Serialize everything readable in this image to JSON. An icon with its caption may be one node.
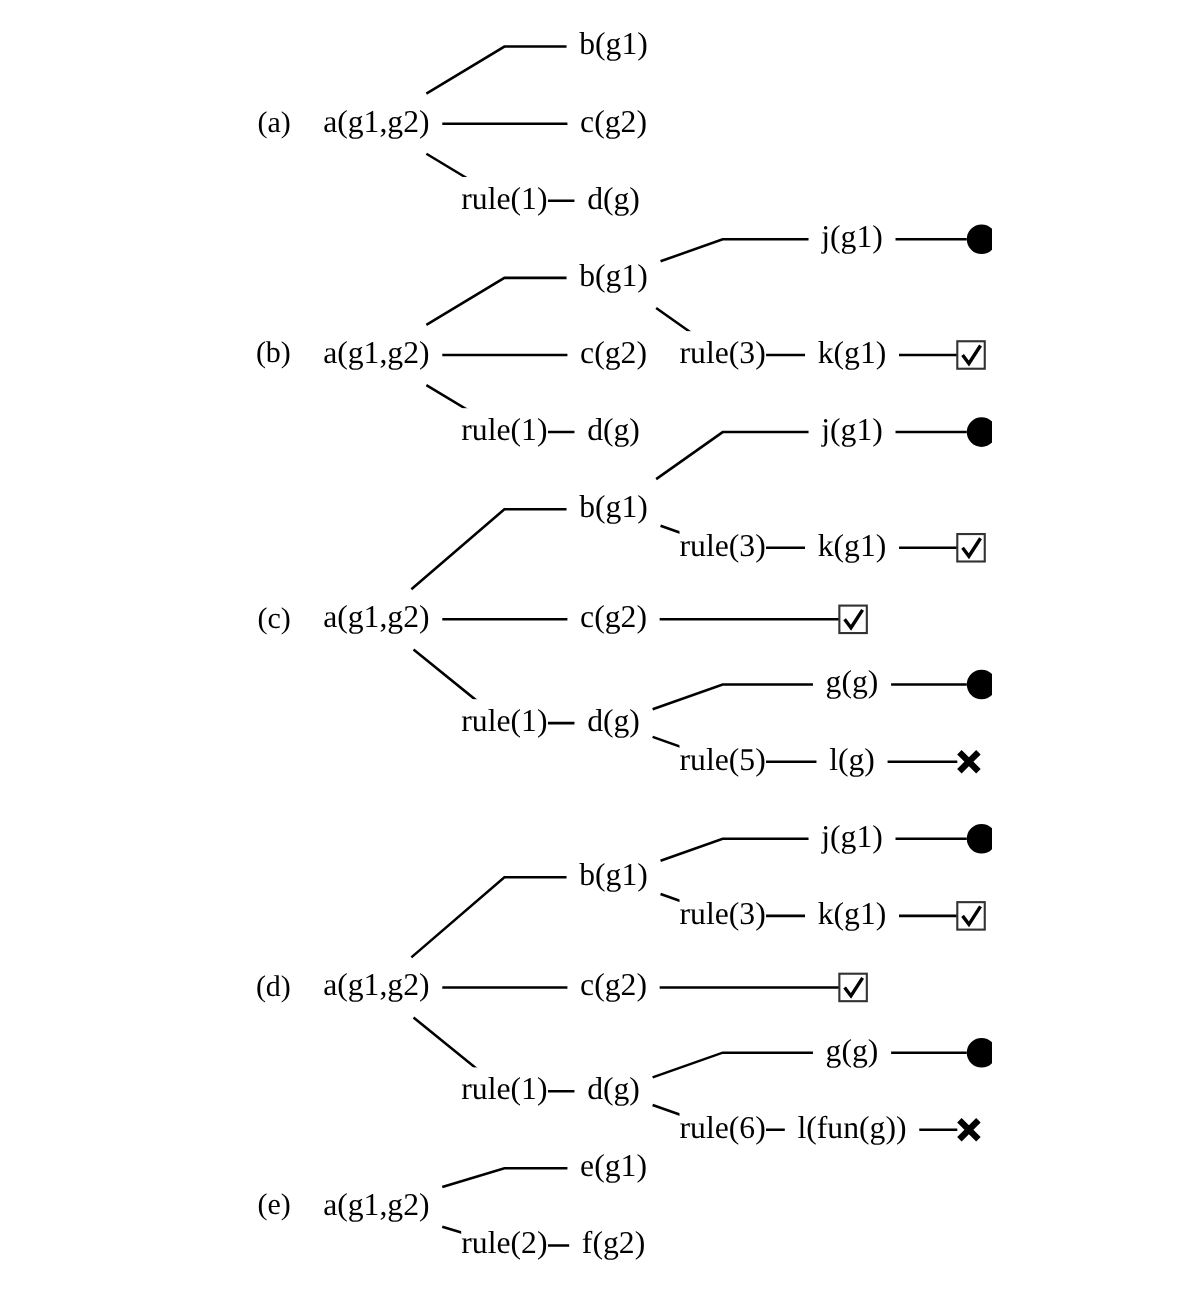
{
  "diagram": {
    "nodes": [
      {
        "text": [
          "a(g1,g2)"
        ]
      },
      {
        "text": [
          "b(g1)"
        ]
      },
      {
        "text": [
          "c(g2)"
        ]
      },
      {
        "text": [
          "d(g)"
        ]
      },
      {
        "text": [
          "a(g1,g2)"
        ]
      },
      {
        "text": [
          "b(g1)"
        ]
      },
      {
        "text": [
          "c(g2)"
        ]
      },
      {
        "text": [
          "d(g)"
        ]
      },
      {
        "text": [
          "j(g1)"
        ]
      },
      {
        "text": [
          "k(g1)"
        ]
      },
      {
        "text": [],
        "shape": "circle"
      },
      {
        "text": [],
        "shape": "checkbox"
      },
      {
        "text": [
          "a(g1,g2)"
        ]
      },
      {
        "text": [
          "b(g1)"
        ]
      },
      {
        "text": [
          "c(g2)"
        ]
      },
      {
        "text": [
          "d(g)"
        ]
      },
      {
        "text": [],
        "shape": "checkbox"
      },
      {
        "text": [
          "j(g1)"
        ]
      },
      {
        "text": [
          "k(g1)"
        ]
      },
      {
        "text": [
          "g(g)"
        ]
      },
      {
        "text": [
          "l(g)"
        ]
      },
      {
        "text": [],
        "shape": "circle"
      },
      {
        "text": [],
        "shape": "checkbox"
      },
      {
        "text": [],
        "shape": "circle"
      },
      {
        "text": [],
        "shape": "cross"
      },
      {
        "text": [
          "a(g1,g2)"
        ]
      },
      {
        "text": [
          "b(g1)"
        ]
      },
      {
        "text": [
          "c(g2)"
        ]
      },
      {
        "text": [
          "d(g)"
        ]
      },
      {
        "text": [],
        "shape": "checkbox"
      },
      {
        "text": [
          "j(g1)"
        ]
      },
      {
        "text": [
          "k(g1)"
        ]
      },
      {
        "text": [
          "g(g)"
        ]
      },
      {
        "text": [
          "l(fun(g))"
        ]
      },
      {
        "text": [],
        "shape": "circle"
      },
      {
        "text": [],
        "shape": "checkbox"
      },
      {
        "text": [],
        "shape": "circle"
      },
      {
        "text": [],
        "shape": "cross"
      },
      {
        "text": [
          "a(g1,g2)"
        ]
      },
      {
        "text": [
          "e(g1)"
        ]
      },
      {
        "text": [
          "f(g2)"
        ]
      }
    ],
    "edges": [
      {
        "from": 0,
        "to": 1,
        "arrow": "none"
      },
      {
        "from": 0,
        "to": 2,
        "arrow": "none"
      },
      {
        "from": 0,
        "to": 3,
        "arrow": "none",
        "label": "rule(1)"
      },
      {
        "from": 4,
        "to": 5,
        "arrow": "none"
      },
      {
        "from": 4,
        "to": 6,
        "arrow": "none"
      },
      {
        "from": 4,
        "to": 7,
        "arrow": "none",
        "label": "rule(1)"
      },
      {
        "from": 5,
        "to": 8,
        "arrow": "none"
      },
      {
        "from": 5,
        "to": 9,
        "arrow": "none",
        "label": "rule(3)"
      },
      {
        "from": 8,
        "to": 10,
        "arrow": "none"
      },
      {
        "from": 9,
        "to": 11,
        "arrow": "none"
      },
      {
        "from": 12,
        "to": 13,
        "arrow": "none"
      },
      {
        "from": 12,
        "to": 14,
        "arrow": "none"
      },
      {
        "from": 12,
        "to": 15,
        "arrow": "none",
        "label": "rule(1)"
      },
      {
        "from": 13,
        "to": 17,
        "arrow": "none"
      },
      {
        "from": 13,
        "to": 18,
        "arrow": "none",
        "label": "rule(3)"
      },
      {
        "from": 14,
        "to": 16,
        "arrow": "none"
      },
      {
        "from": 15,
        "to": 19,
        "arrow": "none"
      },
      {
        "from": 15,
        "to": 20,
        "arrow": "none",
        "label": "rule(5)"
      },
      {
        "from": 17,
        "to": 21,
        "arrow": "none"
      },
      {
        "from": 18,
        "to": 22,
        "arrow": "none"
      },
      {
        "from": 19,
        "to": 23,
        "arrow": "none"
      },
      {
        "from": 20,
        "to": 24,
        "arrow": "none"
      },
      {
        "from": 25,
        "to": 26,
        "arrow": "none"
      },
      {
        "from": 25,
        "to": 27,
        "arrow": "none"
      },
      {
        "from": 25,
        "to": 28,
        "arrow": "none",
        "label": "rule(1)"
      },
      {
        "from": 26,
        "to": 30,
        "arrow": "none"
      },
      {
        "from": 26,
        "to": 31,
        "arrow": "none",
        "label": "rule(3)"
      },
      {
        "from": 27,
        "to": 29,
        "arrow": "none"
      },
      {
        "from": 28,
        "to": 32,
        "arrow": "none"
      },
      {
        "from": 28,
        "to": 33,
        "arrow": "none",
        "label": "rule(6)"
      },
      {
        "from": 30,
        "to": 34,
        "arrow": "none"
      },
      {
        "from": 31,
        "to": 35,
        "arrow": "none"
      },
      {
        "from": 32,
        "to": 36,
        "arrow": "none"
      },
      {
        "from": 33,
        "to": 37,
        "arrow": "none"
      },
      {
        "from": 38,
        "to": 39,
        "arrow": "none"
      },
      {
        "from": 38,
        "to": 40,
        "arrow": "none",
        "label": "rule(2)"
      }
    ],
    "labels": [
      "(a)",
      "(b)",
      "(c)",
      "(d)",
      "(e)"
    ]
  }
}
